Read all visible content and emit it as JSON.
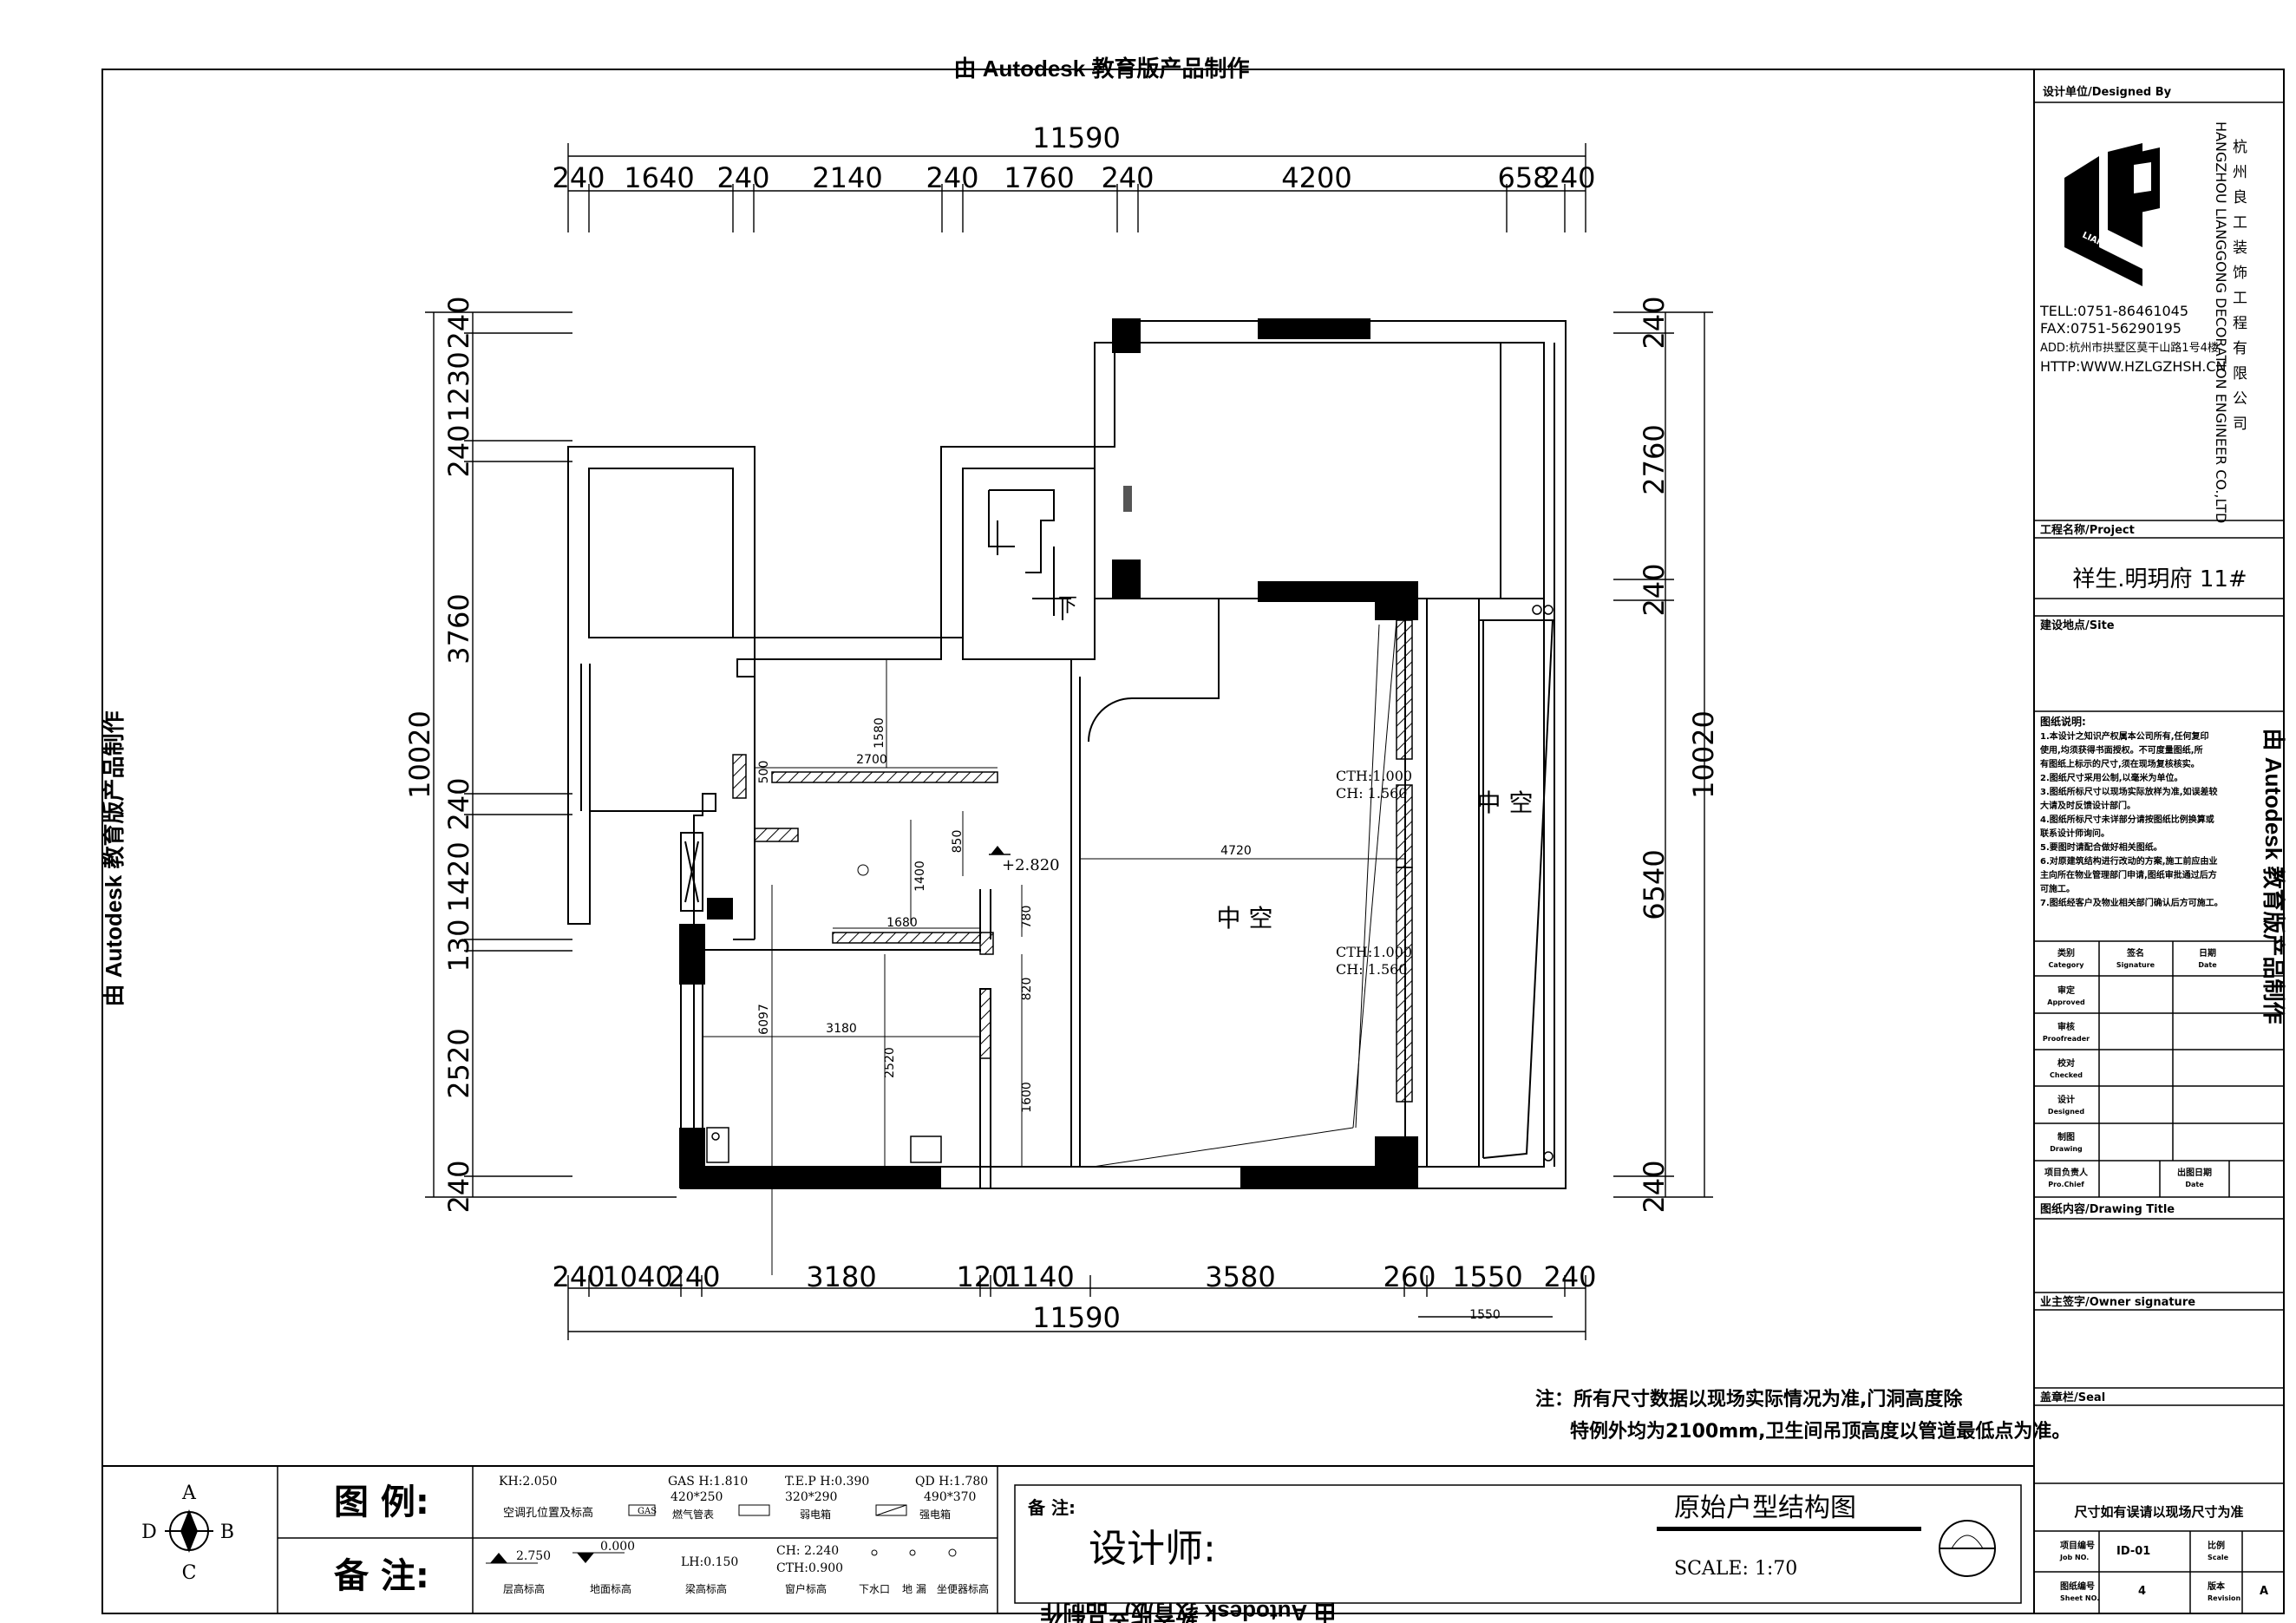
{
  "watermark": "由 Autodesk 教育版产品制作",
  "dims": {
    "top_total": "11590",
    "top_parts": [
      "240",
      "1640",
      "240",
      "2140",
      "240",
      "1760",
      "240",
      "4200",
      "658",
      "240"
    ],
    "bottom_total": "11590",
    "bottom_parts": [
      "240",
      "1040",
      "240",
      "3180",
      "120",
      "1140",
      "3580",
      "260",
      "1550",
      "240"
    ],
    "bottom_extra": "1550",
    "left_total": "10020",
    "left_parts": [
      "240",
      "1230",
      "240",
      "3760",
      "240",
      "1420",
      "130",
      "1420",
      "2520",
      "240"
    ],
    "right_total": "10020",
    "right_parts": [
      "240",
      "2760",
      "240",
      "6540",
      "240"
    ]
  },
  "plan": {
    "void_main": "中 空",
    "void_right": "中 空",
    "stair_down": "下",
    "level": "+2.820",
    "cth1": "CTH:1.000",
    "ch1": "CH: 1.560",
    "cth2": "CTH:1.000",
    "ch2": "CH: 1.560",
    "d_4720": "4720",
    "d_2700": "2700",
    "d_1680": "1680",
    "d_3180": "3180",
    "d_1580": "1580",
    "d_1400": "1400",
    "d_850": "850",
    "d_780": "780",
    "d_820": "820",
    "d_1600": "1600",
    "d_6097": "6097",
    "d_2520": "2520",
    "d_500": "500"
  },
  "notes": {
    "line1": "注：所有尺寸数据以现场实际情况为准,门洞高度除",
    "line2": "特例外均为2100mm,卫生间吊顶高度以管道最低点为准。"
  },
  "legend": {
    "compass": {
      "n": "A",
      "w": "D",
      "e": "B",
      "s": "C"
    },
    "title_legend": "图 例:",
    "title_remark": "备 注:",
    "kh": "KH:2.050",
    "kh_desc": "空调孔位置及标高",
    "gas": "GAS H:1.810",
    "gas_size": "420*250",
    "gas_desc": "燃气管表",
    "tep": "T.E.P H:0.390",
    "tep_size": "320*290",
    "tep_desc": "弱电箱",
    "qd": "QD H:1.780",
    "qd_size": "490*370",
    "qd_desc": "强电箱",
    "lvl1": "2.750",
    "lvl1_desc": "层高标高",
    "lvl2": "0.000",
    "lvl2_desc": "地面标高",
    "lh": "LH:0.150",
    "lh_desc": "梁高标高",
    "ch": "CH: 2.240",
    "cth": "CTH:0.900",
    "win_desc": "窗户标高",
    "drain_desc": "下水口",
    "floor_drain_desc": "地 漏",
    "toilet_desc": "坐便器标高"
  },
  "bottom": {
    "remark_label": "备 注:",
    "designer": "设计师:",
    "drawing_name": "原始户型结构图",
    "scale": "SCALE: 1:70"
  },
  "titleblock": {
    "designed_by": "设计单位/Designed By",
    "company_cn": "杭州良工装饰工程有限公司",
    "company_en": "HANGZHOU LIANGGONG DECORATION ENGINEER CO.,LTD",
    "logo_text": "LIANGGONG",
    "tel": "TELL:0751-86461045",
    "fax": "FAX:0751-56290195",
    "add": "ADD:杭州市拱墅区莫干山路1号4楼",
    "http": "HTTP:WWW.HZLGZHSH.CN",
    "project_label": "工程名称/Project",
    "project_name": "祥生.明玥府 11#",
    "site_label": "建设地点/Site",
    "explain_label": "图纸说明:",
    "explain_lines": [
      "1.本设计之知识产权属本公司所有,任何复印",
      "使用,均须获得书面授权。不可度量图纸,所",
      "有图纸上标示的尺寸,须在现场复核核实。",
      "2.图纸尺寸采用公制,以毫米为单位。",
      "3.图纸所标尺寸以现场实际放样为准,如误差较",
      "大请及时反馈设计部门。",
      "4.图纸所标尺寸未详部分请按图纸比例换算或",
      "联系设计师询问。",
      "5.要图时请配合做好相关图纸。",
      "6.对原建筑结构进行改动的方案,施工前应由业",
      "主向所在物业管理部门申请,图纸审批通过后方",
      "可施工。",
      "7.图纸经客户及物业相关部门确认后方可施工。"
    ],
    "col_category": "类别",
    "col_category_en": "Category",
    "col_signature": "签名",
    "col_signature_en": "Signature",
    "col_date": "日期",
    "col_date_en": "Date",
    "rows": [
      {
        "cn": "审定",
        "en": "Approved"
      },
      {
        "cn": "审核",
        "en": "Proofreader"
      },
      {
        "cn": "校对",
        "en": "Checked"
      },
      {
        "cn": "设计",
        "en": "Designed"
      },
      {
        "cn": "制图",
        "en": "Drawing"
      }
    ],
    "pro_chief": "项目负责人",
    "pro_chief_en": "Pro.Chief",
    "out_date": "出图日期",
    "out_date_en": "Date",
    "drawing_title_label": "图纸内容/Drawing Title",
    "owner_signature": "业主签字/Owner signature",
    "seal_label": "盖章栏/Seal",
    "size_note": "尺寸如有误请以现场尺寸为准",
    "job_no_label": "项目编号",
    "job_no_en": "Job NO.",
    "job_no": "ID-01",
    "scale_label": "比例",
    "scale_en": "Scale",
    "sheet_no_label": "图纸编号",
    "sheet_no_en": "Sheet NO.",
    "sheet_no": "4",
    "revision_label": "版本",
    "revision_en": "Revision",
    "revision": "A"
  }
}
